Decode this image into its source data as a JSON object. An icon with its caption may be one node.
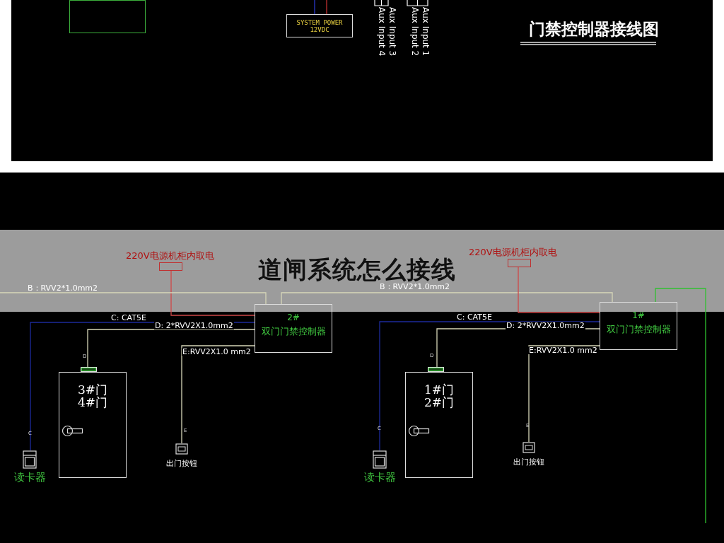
{
  "diagram": {
    "title": "道闸系统怎么接线",
    "nodes": [
      {
        "text": [],
        "shape": "box"
      },
      {
        "text": [
          "SYSTEM POWER 12VDC"
        ]
      },
      {
        "text": [
          "220V电源机柜内取电"
        ]
      },
      {
        "text": [
          "2#",
          "双门门禁控制器"
        ]
      },
      {
        "text": [
          "3#门",
          "4#门"
        ]
      },
      {
        "text": [
          "读卡器"
        ]
      },
      {
        "text": [
          "出门按钮"
        ]
      },
      {
        "text": [
          "220V电源机柜内取电"
        ]
      },
      {
        "text": [
          "1#",
          "双门门禁控制器"
        ]
      },
      {
        "text": [
          "1#门",
          "2#门"
        ]
      },
      {
        "text": [
          "读卡器"
        ]
      },
      {
        "text": [
          "出门按钮"
        ]
      }
    ],
    "edges": [
      {
        "from": null,
        "to": 1,
        "arrow": "none",
        "color": "#2838c8"
      },
      {
        "from": null,
        "to": 1,
        "arrow": "none",
        "color": "#c03030"
      },
      {
        "from": 2,
        "to": 3,
        "arrow": "none",
        "color": "#d04848"
      },
      {
        "from": null,
        "to": 3,
        "arrow": "none",
        "label": "B：RVV2*1.0mm2"
      },
      {
        "from": 3,
        "to": 8,
        "arrow": "none",
        "label": "B：RVV2*1.0mm2"
      },
      {
        "from": 3,
        "to": 5,
        "arrow": "none",
        "label": "C: CAT5E",
        "color": "#1c2a9a"
      },
      {
        "from": 3,
        "to": 4,
        "arrow": "none",
        "label": "D: 2*RVV2X1.0mm2"
      },
      {
        "from": 3,
        "to": 6,
        "arrow": "none",
        "label": "E:RVV2X1.0 mm2"
      },
      {
        "from": 7,
        "to": 8,
        "arrow": "none",
        "color": "#d04848"
      },
      {
        "from": 8,
        "to": 10,
        "arrow": "none",
        "label": "C: CAT5E",
        "color": "#1c2a9a"
      },
      {
        "from": 8,
        "to": 9,
        "arrow": "none",
        "label": "D: 2*RVV2X1.0mm2"
      },
      {
        "from": 8,
        "to": 11,
        "arrow": "none",
        "label": "E:RVV2X1.0 mm2"
      },
      {
        "from": 8,
        "to": null,
        "arrow": "none",
        "color": "#30c030"
      }
    ],
    "labels": [
      "门禁控制器接线图",
      "Aux Input 4",
      "Aux Input 3",
      "Aux Input 2",
      "Aux Input 1",
      "D",
      "C",
      "E",
      "D",
      "C",
      "E"
    ]
  }
}
